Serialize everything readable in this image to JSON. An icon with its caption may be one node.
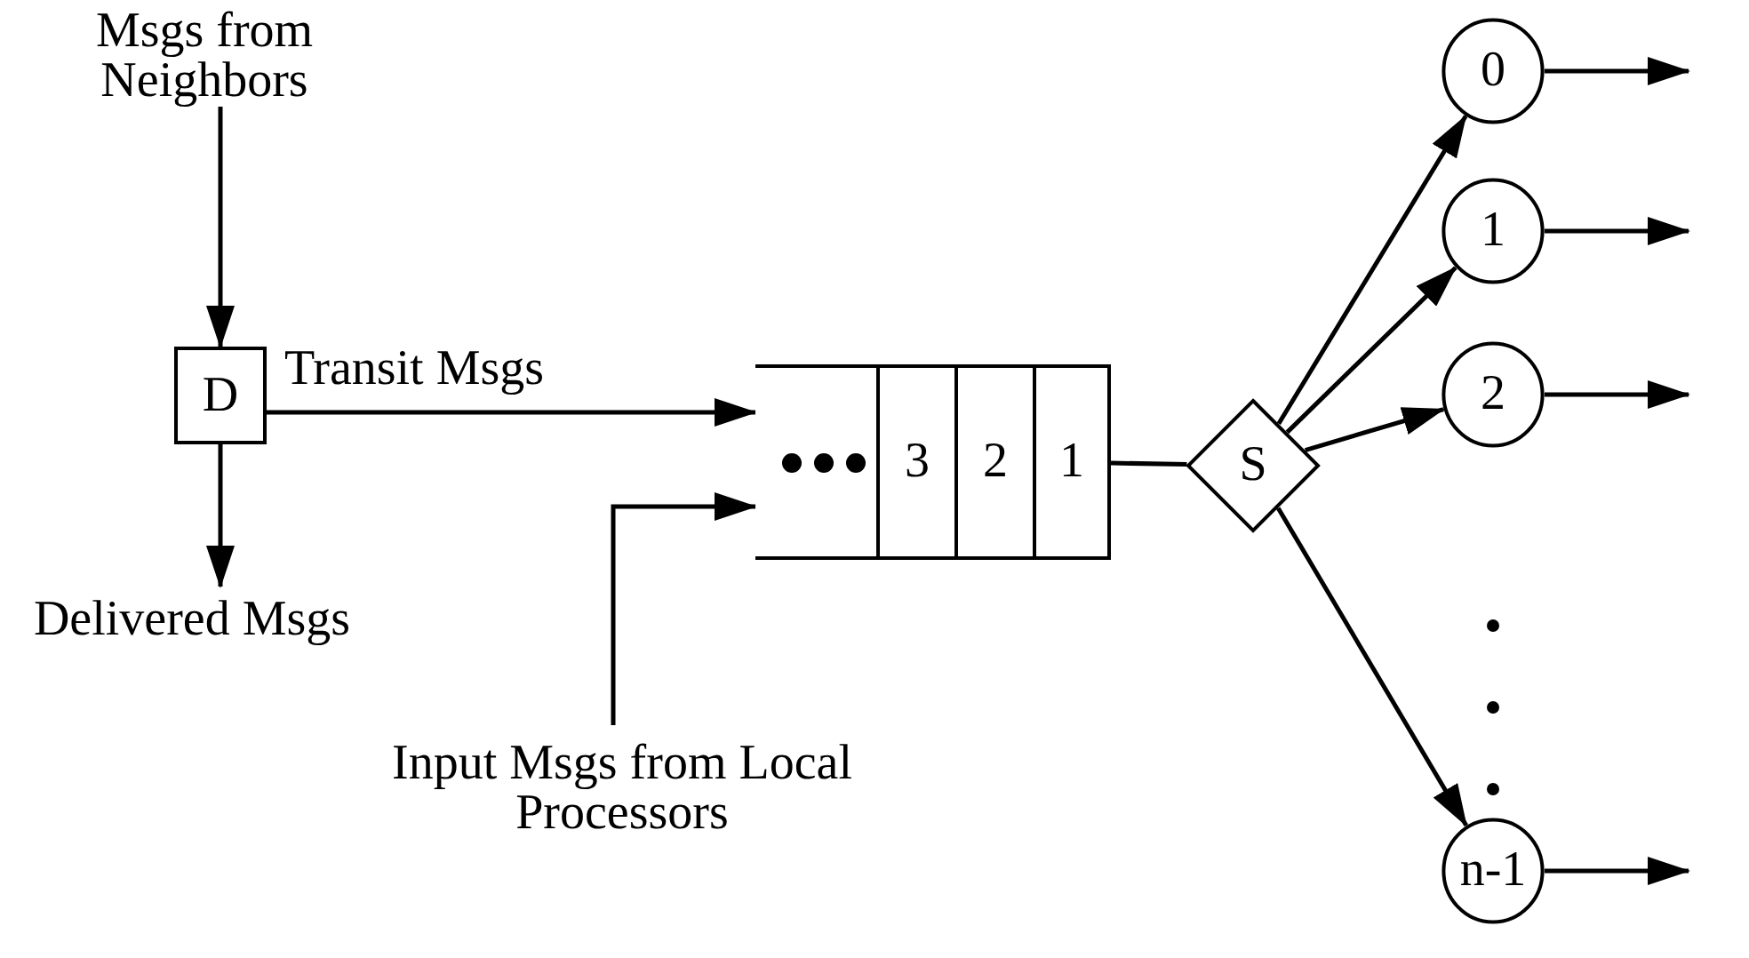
{
  "diagram": {
    "nodes": [
      {
        "text": [
          "Msgs from Neighbors"
        ]
      },
      {
        "text": [
          "D"
        ]
      },
      {
        "text": [
          "Delivered Msgs"
        ]
      },
      {
        "text": [
          "3",
          "2",
          "1"
        ]
      },
      {
        "text": [
          "Input Msgs from Local Processors"
        ]
      },
      {
        "text": [
          "S"
        ]
      },
      {
        "text": [
          "0"
        ]
      },
      {
        "text": [
          "1"
        ]
      },
      {
        "text": [
          "2"
        ]
      },
      {
        "text": [
          "n-1"
        ]
      }
    ],
    "edges": [
      {
        "from": 0,
        "to": 1,
        "arrow": "to"
      },
      {
        "from": 1,
        "to": 2,
        "arrow": "to"
      },
      {
        "from": 1,
        "to": 3,
        "arrow": "to",
        "label": "Transit Msgs"
      },
      {
        "from": 4,
        "to": 3,
        "arrow": "to"
      },
      {
        "from": 3,
        "to": 5,
        "arrow": "none"
      },
      {
        "from": 5,
        "to": 6,
        "arrow": "to"
      },
      {
        "from": 5,
        "to": 7,
        "arrow": "to"
      },
      {
        "from": 5,
        "to": 8,
        "arrow": "to"
      },
      {
        "from": 5,
        "to": 9,
        "arrow": "to"
      },
      {
        "from": 6,
        "to": null,
        "arrow": "to"
      },
      {
        "from": 7,
        "to": null,
        "arrow": "to"
      },
      {
        "from": 8,
        "to": null,
        "arrow": "to"
      },
      {
        "from": 9,
        "to": null,
        "arrow": "to"
      }
    ]
  }
}
